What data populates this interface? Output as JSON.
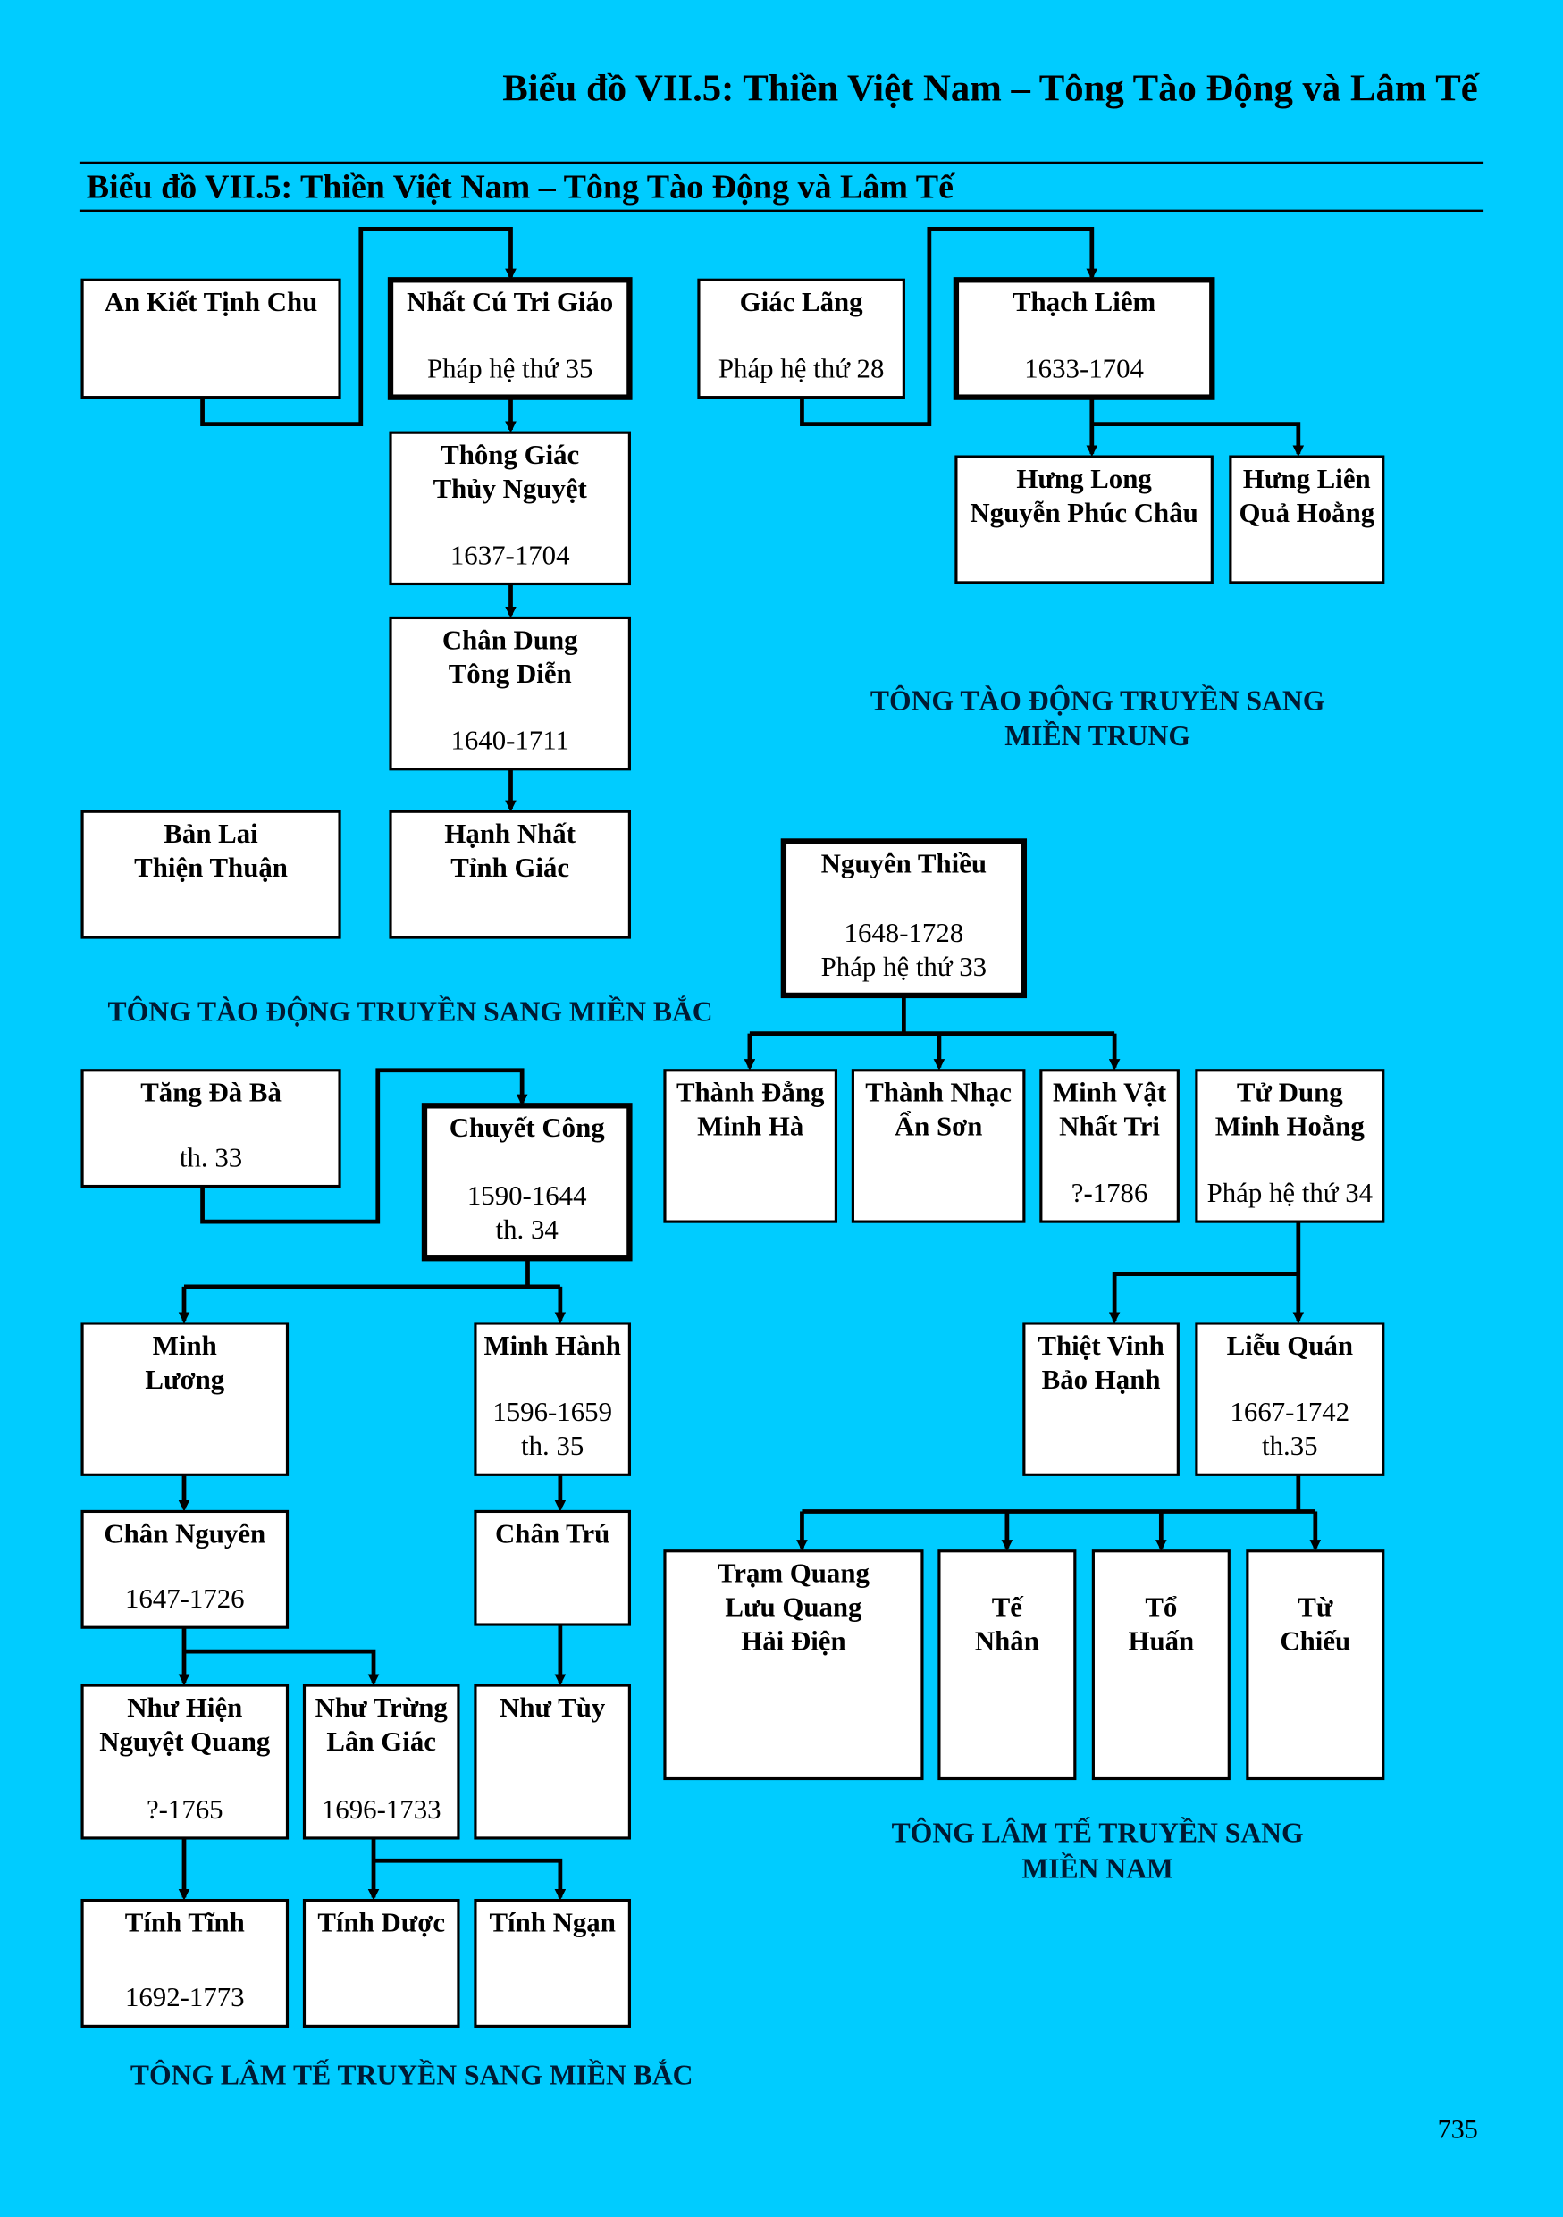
{
  "header": {
    "page_title": "Biểu đồ VII.5: Thiền Việt Nam – Tông Tào Động và Lâm Tế",
    "chart_title": "Biểu đồ VII.5: Thiền Việt Nam – Tông Tào Động và Lâm Tế"
  },
  "sections": {
    "tao_dong_trung_1": "TÔNG TÀO ĐỘNG TRUYỀN SANG",
    "tao_dong_trung_2": "MIỀN TRUNG",
    "tao_dong_bac": "TÔNG TÀO ĐỘNG TRUYỀN SANG MIỀN BẮC",
    "lam_te_nam_1": "TÔNG LÂM TẾ TRUYỀN SANG",
    "lam_te_nam_2": "MIỀN NAM",
    "lam_te_bac": "TÔNG LÂM TẾ TRUYỀN SANG MIỀN BẮC"
  },
  "page_number": "735",
  "nodes": {
    "anKiet": {
      "name": [
        "An Kiết Tịnh Chu"
      ],
      "info": []
    },
    "nhatCu": {
      "name": [
        "Nhất Cú Tri Giáo"
      ],
      "info": [
        "Pháp hệ thứ 35"
      ]
    },
    "thongGiac": {
      "name": [
        "Thông Giác",
        "Thủy Nguyệt"
      ],
      "info": [
        "1637-1704"
      ]
    },
    "chanDung": {
      "name": [
        "Chân Dung",
        "Tông Diễn"
      ],
      "info": [
        "1640-1711"
      ]
    },
    "hanhNhat": {
      "name": [
        "Hạnh Nhất",
        "Tỉnh Giác"
      ],
      "info": []
    },
    "banLai": {
      "name": [
        "Bản Lai",
        "Thiện Thuận"
      ],
      "info": []
    },
    "giacLang": {
      "name": [
        "Giác Lãng"
      ],
      "info": [
        "Pháp hệ thứ 28"
      ]
    },
    "thachLiem": {
      "name": [
        "Thạch Liêm"
      ],
      "info": [
        "1633-1704"
      ]
    },
    "hungLong": {
      "name": [
        "Hưng Long",
        "Nguyễn Phúc Châu"
      ],
      "info": []
    },
    "hungLien": {
      "name": [
        "Hưng Liên",
        "Quả Hoằng"
      ],
      "info": []
    },
    "nguyenThieu": {
      "name": [
        "Nguyên Thiều"
      ],
      "info": [
        "1648-1728",
        "Pháp hệ thứ 33"
      ]
    },
    "thanhDang": {
      "name": [
        "Thành Đẳng",
        "Minh Hà"
      ],
      "info": []
    },
    "thanhNhac": {
      "name": [
        "Thành Nhạc",
        "Ẩn Sơn"
      ],
      "info": []
    },
    "minhVat": {
      "name": [
        "Minh Vật",
        "Nhất Tri"
      ],
      "info": [
        "?-1786"
      ]
    },
    "tuDung": {
      "name": [
        "Tử Dung",
        "Minh Hoằng"
      ],
      "info": [
        "Pháp hệ thứ 34"
      ]
    },
    "thietVinh": {
      "name": [
        "Thiệt Vinh",
        "Bảo Hạnh"
      ],
      "info": []
    },
    "lieuQuan": {
      "name": [
        "Liễu Quán"
      ],
      "info": [
        "1667-1742",
        "th.35"
      ]
    },
    "tramQuang": {
      "name": [
        "Trạm Quang",
        "Lưu Quang",
        "Hải Điện"
      ],
      "info": []
    },
    "te": {
      "name": [
        "",
        "Tế",
        "Nhân"
      ],
      "info": []
    },
    "to": {
      "name": [
        "",
        "Tổ",
        "Huấn"
      ],
      "info": []
    },
    "tu": {
      "name": [
        "",
        "Từ",
        "Chiếu"
      ],
      "info": []
    },
    "tangDa": {
      "name": [
        "Tăng Đà Bà"
      ],
      "info": [
        "th. 33"
      ]
    },
    "chuyetCong": {
      "name": [
        "Chuyết Công"
      ],
      "info": [
        "1590-1644",
        "th. 34"
      ]
    },
    "minhLuong": {
      "name": [
        "Minh",
        "Lương"
      ],
      "info": []
    },
    "minhHanh": {
      "name": [
        "Minh Hành"
      ],
      "info": [
        "1596-1659",
        "th. 35"
      ]
    },
    "chanNguyen": {
      "name": [
        "Chân Nguyên"
      ],
      "info": [
        "1647-1726"
      ]
    },
    "chanTru": {
      "name": [
        "Chân Trú"
      ],
      "info": []
    },
    "nhuHien": {
      "name": [
        "Như Hiện",
        "Nguyệt Quang"
      ],
      "info": [
        "?-1765"
      ]
    },
    "nhuTrung": {
      "name": [
        "Như Trừng",
        "Lân Giác"
      ],
      "info": [
        "1696-1733"
      ]
    },
    "nhuTuy": {
      "name": [
        "Như Tùy"
      ],
      "info": []
    },
    "tinhTinh": {
      "name": [
        "Tính Tĩnh"
      ],
      "info": [
        "1692-1773"
      ]
    },
    "tinhDuoc": {
      "name": [
        "Tính Dược"
      ],
      "info": []
    },
    "tinhNgan": {
      "name": [
        "Tính Ngạn"
      ],
      "info": []
    }
  }
}
